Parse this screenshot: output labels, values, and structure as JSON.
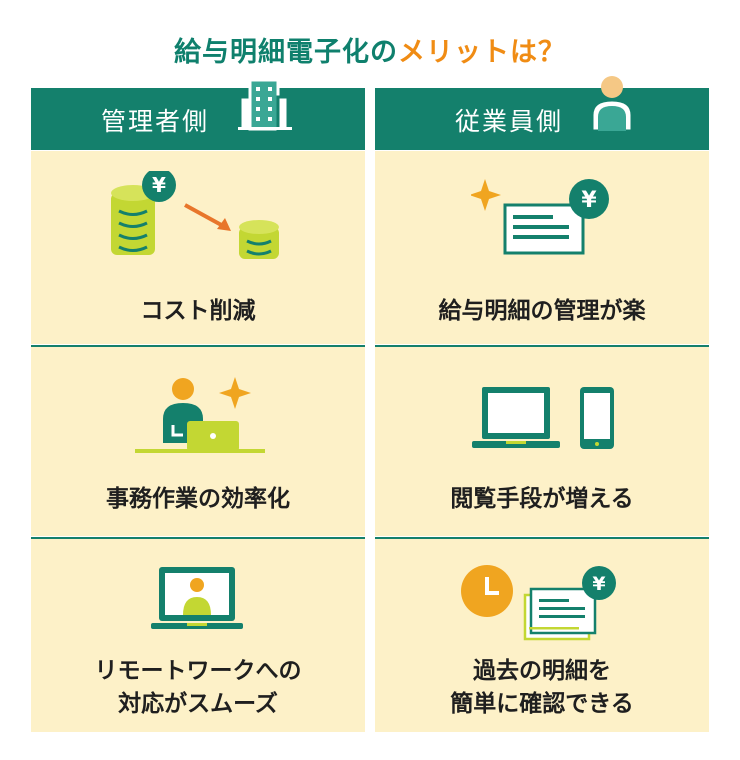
{
  "title": {
    "part1": "給与明細電子化の",
    "part2": "メリットは？"
  },
  "columns": {
    "admin": {
      "header": "管理者側",
      "header_icon": "building-icon",
      "items": [
        {
          "caption": "コスト削減",
          "icon": "coins-yen-decrease-icon"
        },
        {
          "caption": "事務作業の効率化",
          "icon": "person-laptop-sparkle-icon"
        },
        {
          "caption_line1": "リモートワークへの",
          "caption_line2": "対応がスムーズ",
          "icon": "remote-monitor-person-icon"
        }
      ]
    },
    "employee": {
      "header": "従業員側",
      "header_icon": "person-icon",
      "items": [
        {
          "caption": "給与明細の管理が楽",
          "icon": "payslip-yen-sparkle-icon"
        },
        {
          "caption": "閲覧手段が増える",
          "icon": "laptop-smartphone-icon"
        },
        {
          "caption_line1": "過去の明細を",
          "caption_line2": "簡単に確認できる",
          "icon": "clock-payslips-yen-icon"
        }
      ]
    }
  },
  "colors": {
    "brand_green": "#14806c",
    "accent_orange": "#f08c14",
    "cell_background": "#fdf1c8",
    "lime": "#c3d733"
  },
  "currency_symbol": "¥"
}
